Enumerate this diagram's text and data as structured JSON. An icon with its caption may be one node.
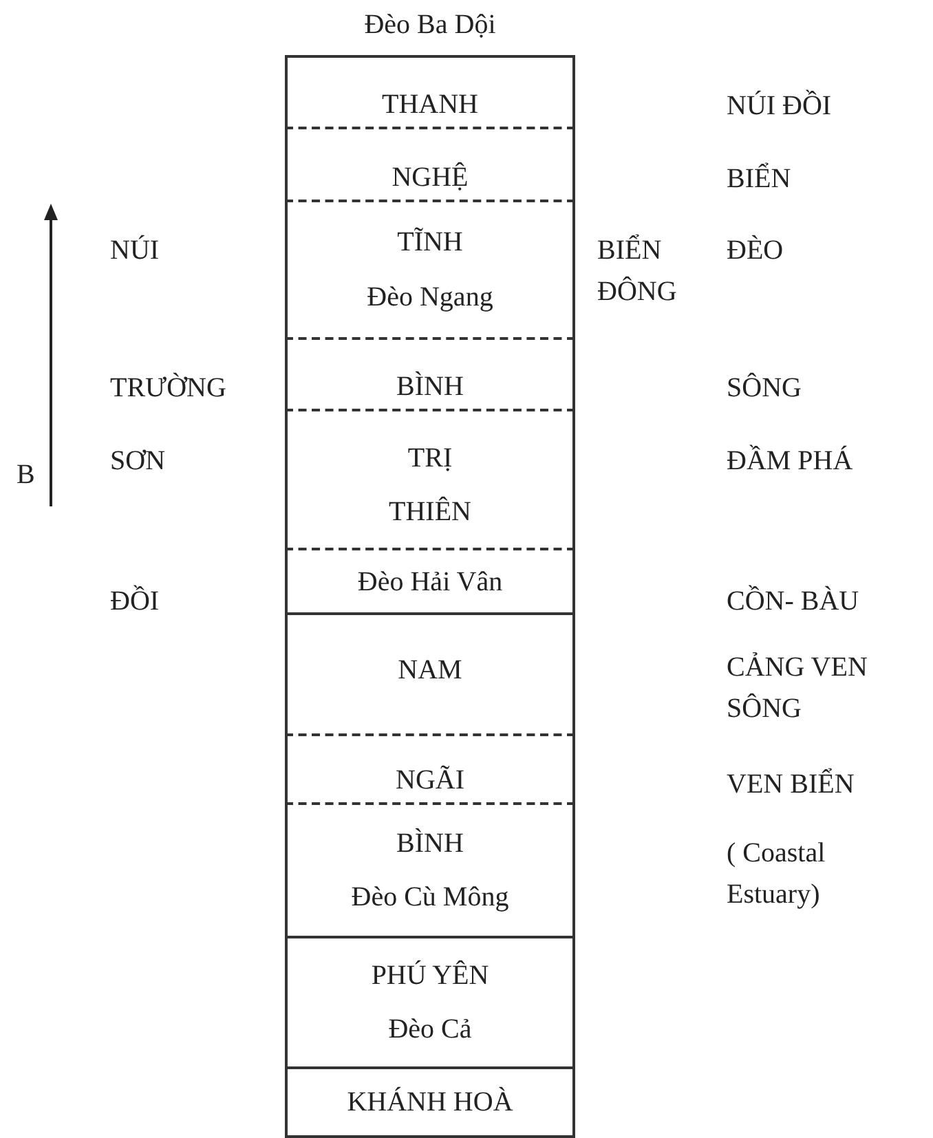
{
  "diagram": {
    "nodes": [
      {
        "text": [
          "THANH"
        ]
      },
      {
        "text": [
          "NGHỆ"
        ]
      },
      {
        "text": [
          "TĨNH",
          "Đèo Ngang"
        ]
      },
      {
        "text": [
          "BÌNH"
        ]
      },
      {
        "text": [
          "TRỊ",
          "THIÊN"
        ]
      },
      {
        "text": [
          "Đèo Hải Vân"
        ]
      },
      {
        "text": [
          "NAM"
        ]
      },
      {
        "text": [
          "NGÃI"
        ]
      },
      {
        "text": [
          "BÌNH",
          "Đèo Cù Mông"
        ]
      },
      {
        "text": [
          "PHÚ YÊN",
          "Đèo Cả"
        ]
      },
      {
        "text": [
          "KHÁNH HOÀ"
        ]
      }
    ],
    "edges": [],
    "labels": [
      "Đèo Ba Dội",
      "NÚI ĐỒI",
      "BIỂN",
      "NÚI",
      "BIỂN ĐÔNG",
      "ĐÈO",
      "TRƯỜNG",
      "SÔNG",
      "B",
      "SƠN",
      "ĐẦM PHÁ",
      "ĐỒI",
      "CỒN- BÀU",
      "CẢNG VEN SÔNG",
      "VEN BIỂN",
      "( Coastal Estuary)"
    ]
  }
}
